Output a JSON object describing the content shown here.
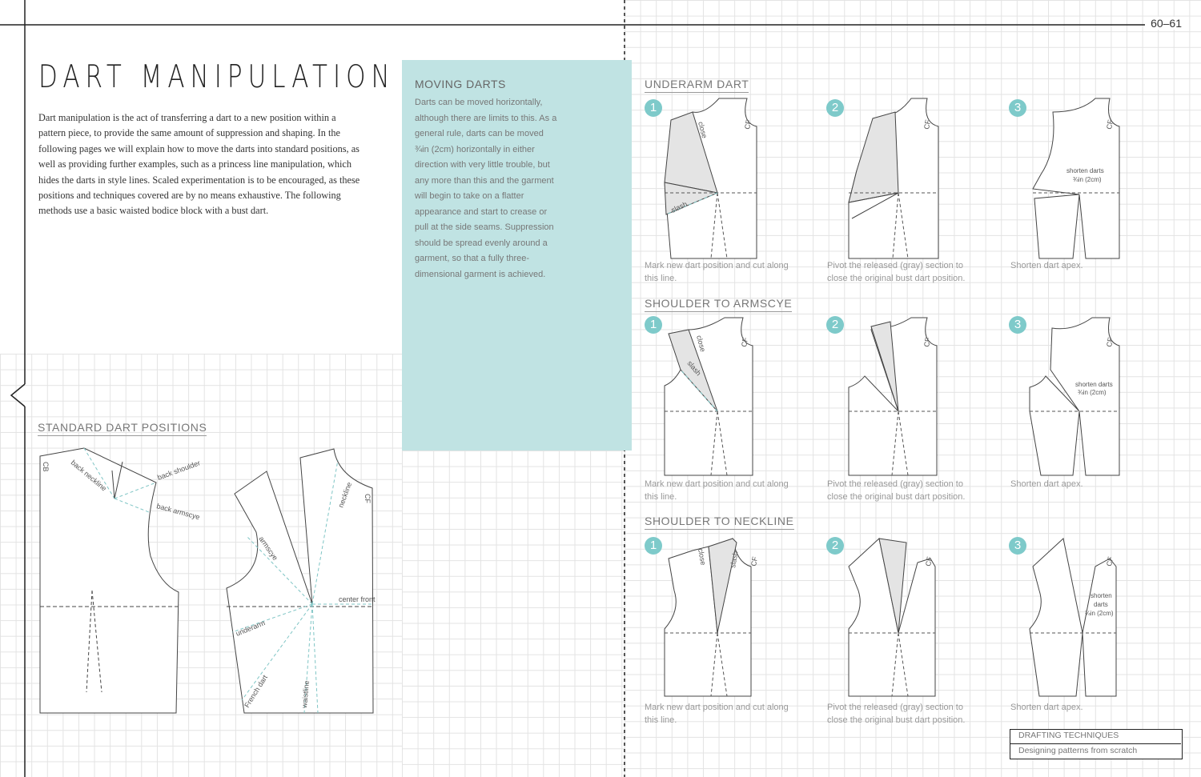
{
  "page_number": "60–61",
  "left": {
    "title": "Dart manipulation",
    "intro": "Dart manipulation is the act of transferring a dart to a new position within a pattern piece, to provide the same amount of suppression and shaping. In the following pages we will explain how to move the darts into standard positions, as well as providing further examples, such as a princess line manipulation, which hides the darts in style lines. Scaled experimentation is to be encouraged, as these positions and techniques covered are by no means exhaustive. The following methods use a basic waisted bodice block with a bust dart.",
    "standard_title": "STANDARD DART POSITIONS",
    "back_labels": {
      "cb": "CB",
      "back_neckline": "back neckline",
      "back_shoulder": "back shoulder",
      "back_armscye": "back armscye"
    },
    "front_labels": {
      "neckline": "neckline",
      "cf": "CF",
      "armscye": "armscye",
      "center_front": "center front",
      "underarm": "underarm",
      "french_dart": "French dart",
      "waistline": "waistline"
    }
  },
  "sidebar": {
    "title": "MOVING DARTS",
    "body": "Darts can be moved horizontally, although there are limits to this. As a general rule, darts can be moved ¾in (2cm) horizontally in either direction with very little trouble, but any more than this and the garment will begin to take on a flatter appearance and start to crease or pull at the side seams. Suppression should be spread evenly around a garment, so that a fully three-dimensional garment is achieved."
  },
  "sections": [
    {
      "title": "UNDERARM DART",
      "steps": [
        "1",
        "2",
        "3"
      ],
      "labels": {
        "close": "close",
        "slash": "slash",
        "cf": "CF",
        "shorten": "shorten darts",
        "amount": "¾in (2cm)"
      },
      "captions": [
        "Mark new dart position and cut along this line.",
        "Pivot the released (gray) section to close the original bust dart position.",
        "Shorten dart apex."
      ]
    },
    {
      "title": "SHOULDER TO ARMSCYE",
      "steps": [
        "1",
        "2",
        "3"
      ],
      "labels": {
        "close": "close",
        "slash": "slash",
        "cf": "CF",
        "shorten": "shorten darts",
        "amount": "¾in (2cm)"
      },
      "captions": [
        "Mark new dart position and cut along this line.",
        "Pivot the released (gray) section to close the original bust dart position.",
        "Shorten dart apex."
      ]
    },
    {
      "title": "SHOULDER TO NECKLINE",
      "steps": [
        "1",
        "2",
        "3"
      ],
      "labels": {
        "close": "close",
        "slash": "slash",
        "cf": "CF",
        "shorten": "shorten",
        "shorten2": "darts",
        "amount": "¾in (2cm)"
      },
      "captions": [
        "Mark new dart position and cut along this line.",
        "Pivot the released (gray) section to close the original bust dart position.",
        "Shorten dart apex."
      ]
    }
  ],
  "footer": {
    "line1": "DRAFTING TECHNIQUES",
    "line2": "Designing patterns from scratch"
  },
  "colors": {
    "accent": "#7ecaca",
    "sidebar_bg": "#c0e3e3",
    "grid": "#e3e3e3",
    "fill": "#e4e4e4",
    "dash": "#7fc5c5"
  }
}
